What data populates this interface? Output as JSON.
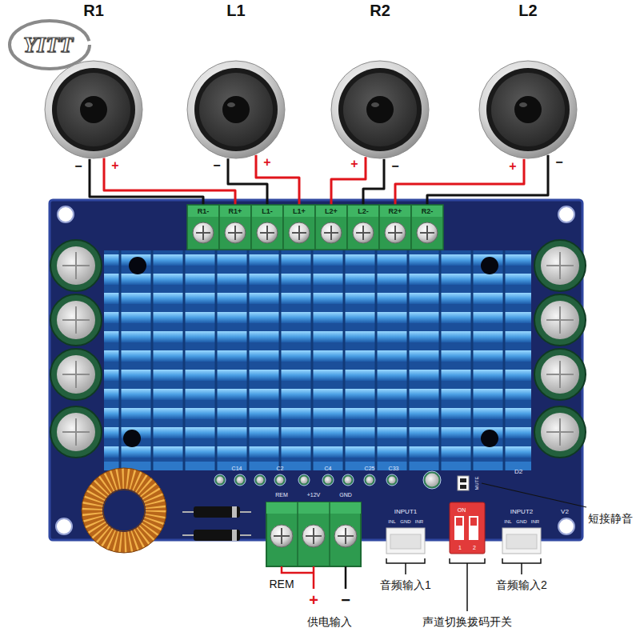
{
  "diagram": {
    "nodes": [
      {
        "text": [
          "R1"
        ]
      },
      {
        "text": [
          "L1"
        ]
      },
      {
        "text": [
          "R2"
        ]
      },
      {
        "text": [
          "L2"
        ]
      },
      {
        "text": [
          "R1-"
        ]
      },
      {
        "text": [
          "R1+"
        ]
      },
      {
        "text": [
          "L1-"
        ]
      },
      {
        "text": [
          "L1+"
        ]
      },
      {
        "text": [
          "L2+"
        ]
      },
      {
        "text": [
          "L2-"
        ]
      },
      {
        "text": [
          "R2+"
        ]
      },
      {
        "text": [
          "R2-"
        ]
      }
    ],
    "edges": [
      {
        "from": 0,
        "to": 4,
        "label": "−",
        "arrow": "none"
      },
      {
        "from": 0,
        "to": 5,
        "label": "+",
        "arrow": "none"
      },
      {
        "from": 1,
        "to": 6,
        "label": "−",
        "arrow": "none"
      },
      {
        "from": 1,
        "to": 7,
        "label": "+",
        "arrow": "none"
      },
      {
        "from": 2,
        "to": 8,
        "label": "+",
        "arrow": "none"
      },
      {
        "from": 2,
        "to": 9,
        "label": "−",
        "arrow": "none"
      },
      {
        "from": 3,
        "to": 10,
        "label": "+",
        "arrow": "none"
      },
      {
        "from": 3,
        "to": 11,
        "label": "−",
        "arrow": "none"
      }
    ],
    "labels": [
      "YITT",
      "C14",
      "C2",
      "C4",
      "C25",
      "C33",
      "REM",
      "+12V",
      "GND",
      "INPUT1",
      "INL",
      "GND",
      "INR",
      "ON",
      "1",
      "2",
      "INPUT2",
      "INL",
      "GND",
      "INR",
      "D2",
      "V2",
      "MUTE",
      "REM",
      "+",
      "−",
      "供电输入",
      "音频输入1",
      "声道切换拨码开关",
      "音频输入2",
      "短接静音"
    ]
  }
}
